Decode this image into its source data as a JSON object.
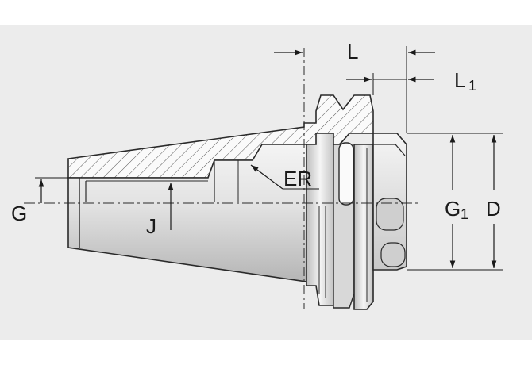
{
  "diagram": {
    "labels": {
      "L": "L",
      "L1_main": "L",
      "L1_sub": "1",
      "ER": "ER",
      "G": "G",
      "J": "J",
      "G1_main": "G",
      "G1_sub": "1",
      "D": "D"
    },
    "colors": {
      "background_band": "#ececec",
      "outline": "#2a2a2a",
      "body_light": "#f2f2f2",
      "body_dark": "#b8b8b8",
      "hatch": "#555555"
    }
  }
}
